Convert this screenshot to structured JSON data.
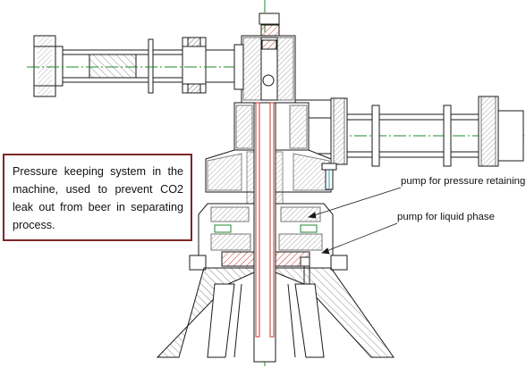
{
  "callout": {
    "text": "Pressure keeping system in the machine, used to prevent CO2 leak out from beer in separating process.",
    "border_color": "#7b2727"
  },
  "labels": {
    "pump_pressure_retaining": "pump for pressure retaining",
    "pump_liquid_phase": "pump for liquid phase"
  },
  "colors": {
    "line": "#1a1a1a",
    "axis_green": "#1c8a2e",
    "hatch_red": "#c0392b",
    "hatch_gray": "#555555",
    "accent_cyan": "#1aa6b7"
  }
}
